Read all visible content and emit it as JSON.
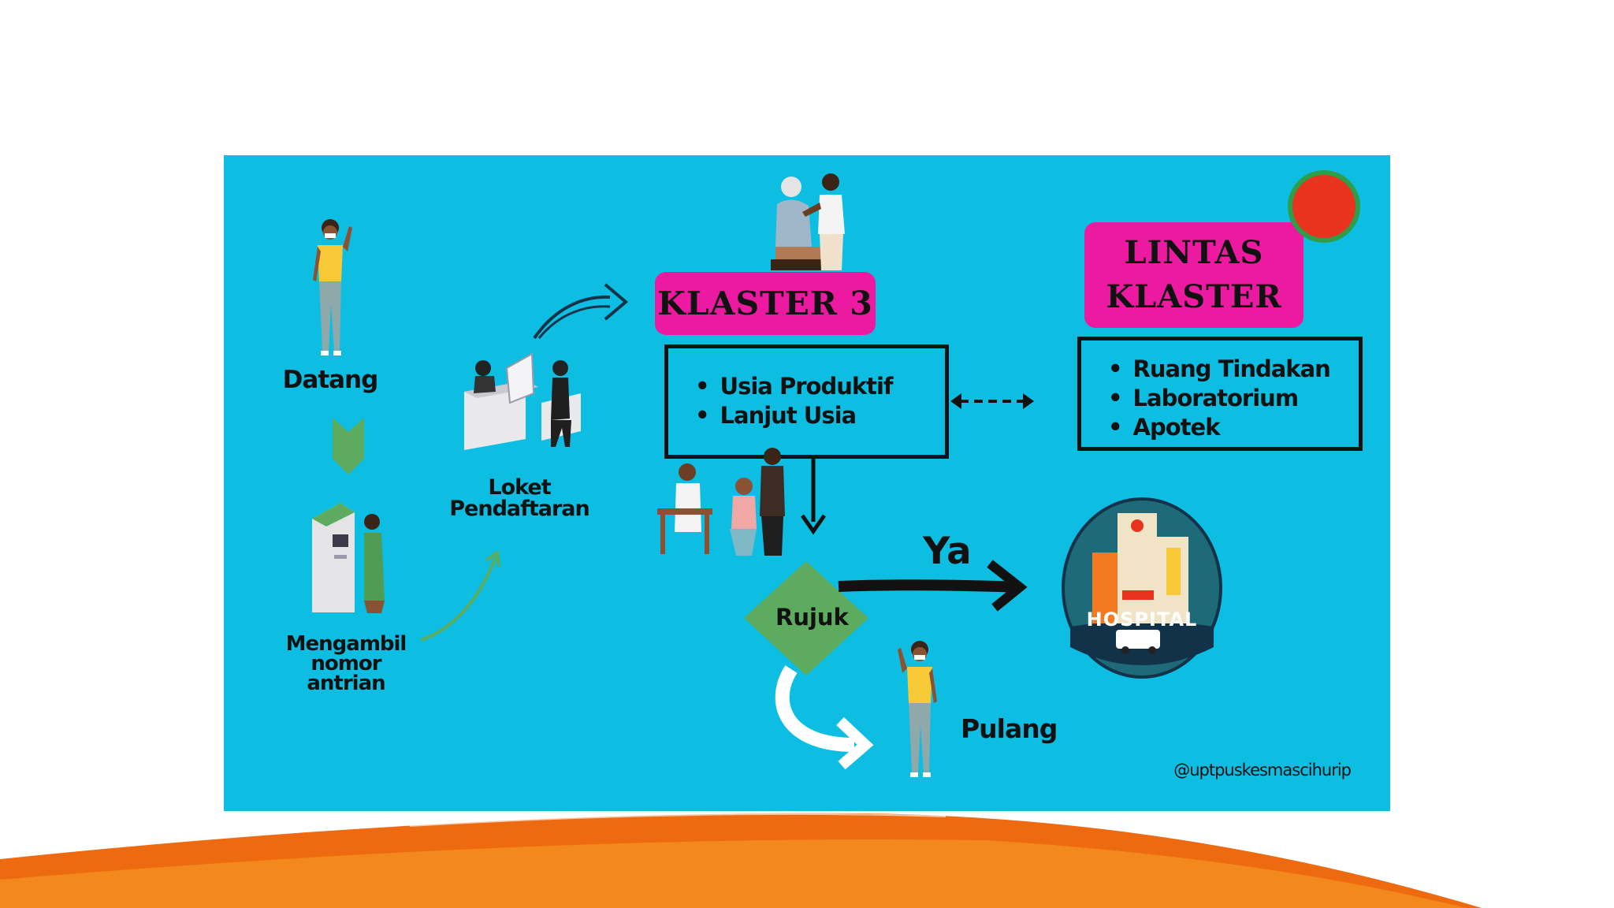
{
  "steps": {
    "datang": "Datang",
    "ambil_nomor": "Mengambil\nnomor\nantrian",
    "loket": "Loket\nPendaftaran",
    "rujuk": "Rujuk",
    "ya": "Ya",
    "pulang": "Pulang"
  },
  "klaster3": {
    "title": "KLASTER 3",
    "items": [
      "Usia Produktif",
      "Lanjut Usia"
    ]
  },
  "lintas_klaster": {
    "title": "LINTAS\nKLASTER",
    "items": [
      "Ruang Tindakan",
      "Laboratorium",
      "Apotek"
    ]
  },
  "hospital": {
    "sign": "HOSPITAL"
  },
  "footer": {
    "handle": "@uptpuskesmascihurip"
  },
  "colors": {
    "panel": "#0dbde2",
    "pink": "#ec1aa0",
    "green_diamond": "#5cab5e",
    "orange_wave": "#ee6a10",
    "logo_red": "#e8331f"
  },
  "icons": [
    "woman-masked-icon",
    "down-chevron-arrow-icon",
    "ticket-kiosk-icon",
    "registration-desk-icon",
    "doctor-elderly-patient-icon",
    "consultation-group-icon",
    "hospital-badge-icon",
    "puskesmas-logo-icon"
  ]
}
